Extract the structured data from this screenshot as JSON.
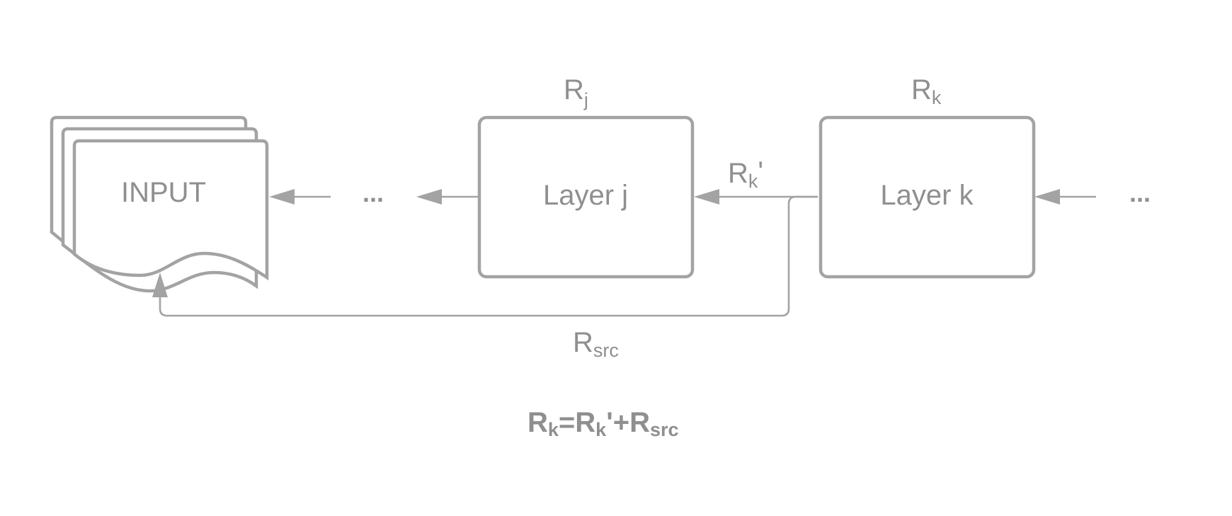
{
  "diagram": {
    "input_label": "INPUT",
    "layer_j_label": "Layer j",
    "layer_k_label": "Layer k",
    "ellipsis_left": "...",
    "ellipsis_right": "...",
    "relevance_j": {
      "base": "R",
      "sub": "j"
    },
    "relevance_k": {
      "base": "R",
      "sub": "k"
    },
    "relevance_k_prime": {
      "base": "R",
      "sub": "k",
      "suffix": "'"
    },
    "relevance_src": {
      "base": "R",
      "sub": "src"
    },
    "formula": {
      "r1": "R",
      "s1": "k",
      "eq": "=",
      "r2": "R",
      "s2": "k",
      "prime": "'",
      "plus": "+",
      "r3": "R",
      "s3": "src"
    }
  },
  "colors": {
    "stroke": "#a3a3a3",
    "text": "#8f8f8f",
    "background": "#ffffff"
  }
}
